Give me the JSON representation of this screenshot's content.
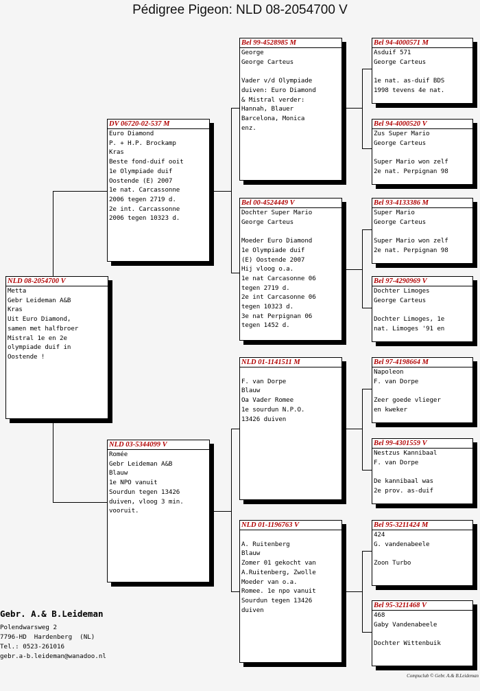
{
  "title": "Pédigree Pigeon: NLD 08-2054700 V",
  "subject": {
    "header": "NLD 08-2054700 V",
    "body": "Metta\nGebr Leideman A&B\nKras\nUit Euro Diamond,\nsamen met halfbroer\nMistral 1e en 2e\nolympiade duif in\nOostende !"
  },
  "sire": {
    "header": "DV  06720-02-537 M",
    "body": "Euro Diamond\nP. + H.P. Brockamp\nKras\nBeste fond-duif ooit\n1e Olympiade duif\nOostende (E) 2007\n1e nat. Carcassonne\n2006 tegen 2719 d.\n2e int. Carcassonne\n2006 tegen 10323 d."
  },
  "dam": {
    "header": "NLD 03-5344099 V",
    "body": "Romée\nGebr Leideman A&B\nBlauw\n1e NPO vanuit\nSourdun tegen 13426\nduiven, vloog 3 min.\nvooruit."
  },
  "sire_sire": {
    "header": "Bel 99-4528985 M",
    "body": "George\nGeorge Carteus\n\nVader v/d Olympiade\nduiven: Euro Diamond\n& Mistral verder:\nHannah, Blauer\nBarcelona, Monica\nenz."
  },
  "sire_dam": {
    "header": "Bel 00-4524449 V",
    "body": "Dochter Super Mario\nGeorge Carteus\n\nMoeder Euro Diamond\n1e Olympiade duif\n(E) Oostende 2007\nHij vloog o.a.\n1e nat Carcasonne 06\ntegen 2719 d.\n2e int Carcasonne 06\ntegen 10323 d.\n3e nat Perpignan 06\ntegen 1452 d."
  },
  "dam_sire": {
    "header": "NLD 01-1141511 M",
    "body": "\nF. van Dorpe\nBlauw\nOa Vader Romee\n1e sourdun N.P.O.\n13426 duiven"
  },
  "dam_dam": {
    "header": "NLD 01-1196763 V",
    "body": "\nA. Ruitenberg\nBlauw\nZomer 01 gekocht van\nA.Ruitenberg, Zwolle\nMoeder van o.a.\nRomee. 1e npo vanuit\nSourdun tegen 13426\nduiven"
  },
  "ss_sire": {
    "header": "Bel 94-4000571 M",
    "body": "Asduif 571\nGeorge Carteus\n\n1e nat. as-duif BDS\n1998 tevens 4e nat."
  },
  "ss_dam": {
    "header": "Bel 94-4000520 V",
    "body": "Zus Super Mario\nGeorge Carteus\n\nSuper Mario won zelf\n2e nat. Perpignan 98"
  },
  "sd_sire": {
    "header": "Bel 93-4133386 M",
    "body": "Super Mario\nGeorge Carteus\n\nSuper Mario won zelf\n2e nat. Perpignan 98"
  },
  "sd_dam": {
    "header": "Bel 97-4290969 V",
    "body": "Dochter Limoges\nGeorge Carteus\n\nDochter Limoges, 1e\nnat. Limoges '91 en"
  },
  "ds_sire": {
    "header": "Bel 97-4198664 M",
    "body": "Napoleon\nF. van Dorpe\n\nZeer goede vlieger\nen kweker"
  },
  "ds_dam": {
    "header": "Bel 99-4301559 V",
    "body": "Nestzus Kannibaal\nF. van Dorpe\n\nDe kannibaal was\n2e prov. as-duif"
  },
  "dd_sire": {
    "header": "Bel 95-3211424 M",
    "body": "424\nG. vandenabeele\n\nZoon Turbo"
  },
  "dd_dam": {
    "header": "Bel 95-3211468 V",
    "body": "468\nGaby Vandenabeele\n\nDochter Wittenbuik"
  },
  "breeder": {
    "name": "Gebr. A.& B.Leideman",
    "address": "Polendwarsweg 2\n7796-HD  Hardenberg  (NL)\nTel.: 0523-261016\ngebr.a-b.leideman@wanadoo.nl"
  },
  "footer": "Compuclub © Gebr.  A.& B.Leideman"
}
